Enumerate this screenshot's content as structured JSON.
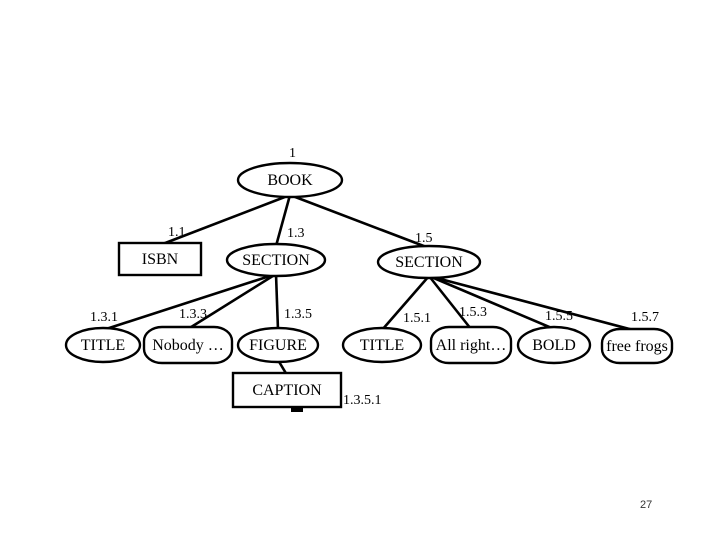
{
  "diagram": {
    "nodes": [
      {
        "key": "book",
        "label": "BOOK",
        "id": "1",
        "shape": "ellipse"
      },
      {
        "key": "isbn",
        "label": "ISBN",
        "id": "1.1",
        "shape": "rect"
      },
      {
        "key": "section-1-3",
        "label": "SECTION",
        "id": "1.3",
        "shape": "ellipse"
      },
      {
        "key": "section-1-5",
        "label": "SECTION",
        "id": "1.5",
        "shape": "ellipse"
      },
      {
        "key": "title-1-3-1",
        "label": "TITLE",
        "id": "1.3.1",
        "shape": "ellipse"
      },
      {
        "key": "text-1-3-3",
        "label": "Nobody …",
        "id": "1.3.3",
        "shape": "rounded"
      },
      {
        "key": "figure-1-3-5",
        "label": "FIGURE",
        "id": "1.3.5",
        "shape": "ellipse"
      },
      {
        "key": "title-1-5-1",
        "label": "TITLE",
        "id": "1.5.1",
        "shape": "ellipse"
      },
      {
        "key": "text-1-5-3",
        "label": "All right…",
        "id": "1.5.3",
        "shape": "rounded"
      },
      {
        "key": "bold-1-5-5",
        "label": "BOLD",
        "id": "1.5.5",
        "shape": "ellipse"
      },
      {
        "key": "text-1-5-7",
        "label": "free frogs",
        "id": "1.5.7",
        "shape": "rounded"
      },
      {
        "key": "caption-1-3-5-1",
        "label": "CAPTION",
        "id": "1.3.5.1",
        "shape": "rect"
      }
    ],
    "edges": [
      [
        "book",
        "isbn"
      ],
      [
        "book",
        "section-1-3"
      ],
      [
        "book",
        "section-1-5"
      ],
      [
        "section-1-3",
        "title-1-3-1"
      ],
      [
        "section-1-3",
        "text-1-3-3"
      ],
      [
        "section-1-3",
        "figure-1-3-5"
      ],
      [
        "section-1-5",
        "title-1-5-1"
      ],
      [
        "section-1-5",
        "text-1-5-3"
      ],
      [
        "section-1-5",
        "bold-1-5-5"
      ],
      [
        "section-1-5",
        "text-1-5-7"
      ],
      [
        "figure-1-3-5",
        "caption-1-3-5-1"
      ]
    ]
  },
  "page": {
    "number": "27"
  }
}
